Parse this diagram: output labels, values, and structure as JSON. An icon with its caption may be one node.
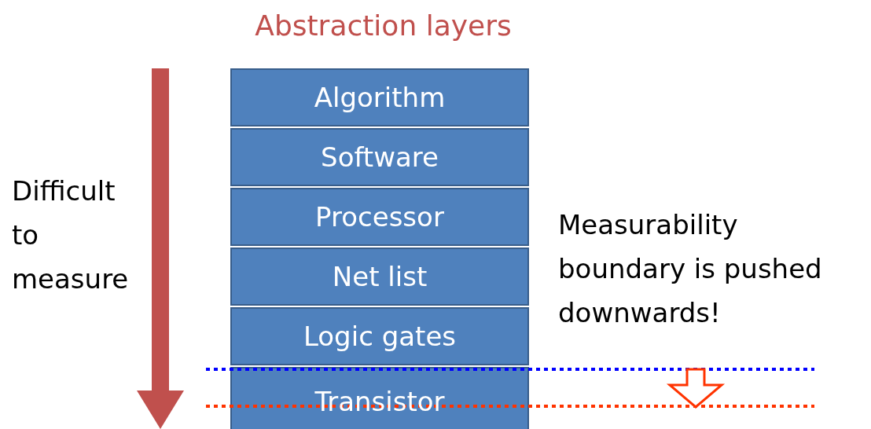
{
  "diagram": {
    "title": "Abstraction layers",
    "nodes": [
      {
        "text": [
          "Algorithm"
        ]
      },
      {
        "text": [
          "Software"
        ]
      },
      {
        "text": [
          "Processor"
        ]
      },
      {
        "text": [
          "Net list"
        ]
      },
      {
        "text": [
          "Logic gates"
        ]
      },
      {
        "text": [
          "Transistor"
        ]
      }
    ],
    "labels": [
      "Difficult to measure",
      "Measurability boundary is pushed downwards!"
    ]
  }
}
